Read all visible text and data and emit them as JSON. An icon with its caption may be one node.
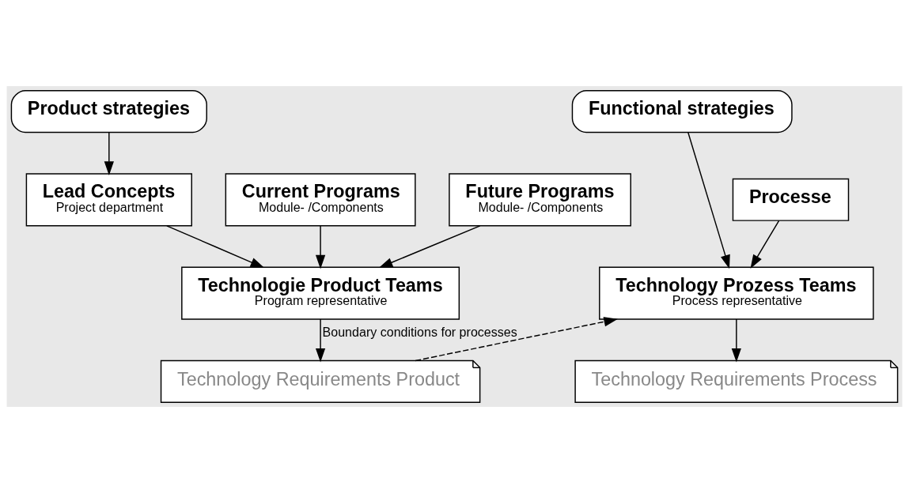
{
  "diagram": {
    "nodes": [
      {
        "text": [
          "Product strategies"
        ]
      },
      {
        "text": [
          "Functional strategies"
        ]
      },
      {
        "text": [
          "Current Programs",
          "Module- /Components"
        ]
      },
      {
        "text": [
          "Future Programs",
          "Module- /Components"
        ]
      },
      {
        "text": [
          "Lead Concepts",
          "Project department"
        ]
      },
      {
        "text": [
          "Processe"
        ]
      },
      {
        "text": [
          "Technologie Product Teams",
          "Program representative"
        ]
      },
      {
        "text": [
          "Technology Prozess Teams",
          "Process representative"
        ]
      },
      {
        "text": [
          "Technology Requirements Product"
        ]
      },
      {
        "text": [
          "Technology Requirements Process"
        ]
      }
    ],
    "edges": [
      {
        "from": 0,
        "to": 4,
        "arrow": "to"
      },
      {
        "from": 2,
        "to": 6,
        "arrow": "to"
      },
      {
        "from": 3,
        "to": 6,
        "arrow": "to"
      },
      {
        "from": 4,
        "to": 6,
        "arrow": "to"
      },
      {
        "from": 5,
        "to": 7,
        "arrow": "to"
      },
      {
        "from": 1,
        "to": 7,
        "arrow": "to"
      },
      {
        "from": 6,
        "to": 8,
        "arrow": "to"
      },
      {
        "from": 8,
        "to": 7,
        "arrow": "to",
        "style": "dashed",
        "label": "Boundary conditions for processes"
      },
      {
        "from": 7,
        "to": 9,
        "arrow": "to"
      }
    ]
  }
}
